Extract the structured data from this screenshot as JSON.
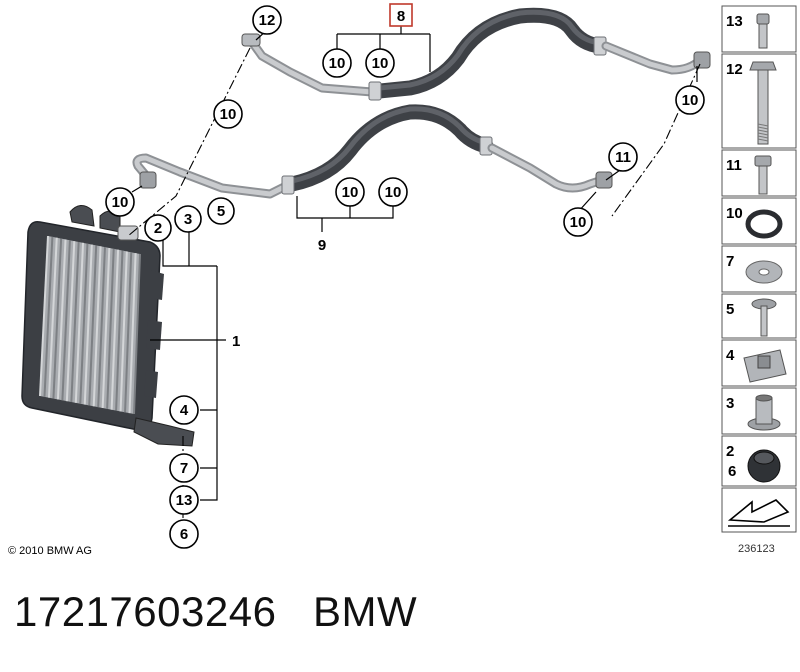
{
  "copyright": "© 2010 BMW AG",
  "diagram_number": "236123",
  "caption_part_number": "17217603246",
  "caption_brand": "BMW",
  "callouts": {
    "c12": "12",
    "c8": "8",
    "c10_a": "10",
    "c10_b": "10",
    "c10_c": "10",
    "c10_d": "10",
    "c10_e": "10",
    "c10_f": "10",
    "c10_g": "10",
    "c10_h": "10",
    "c11": "11",
    "c9": "9",
    "c2": "2",
    "c3": "3",
    "c5": "5",
    "c1": "1",
    "c4": "4",
    "c7": "7",
    "c13": "13",
    "c6": "6"
  },
  "parts_panel": [
    {
      "label": "13",
      "icon": "bolt-icon"
    },
    {
      "label": "12",
      "icon": "hollow-bolt-icon"
    },
    {
      "label": "11",
      "icon": "hex-bolt-icon"
    },
    {
      "label": "10",
      "icon": "o-ring-icon"
    },
    {
      "label": "7",
      "icon": "washer-icon"
    },
    {
      "label": "5",
      "icon": "screw-icon"
    },
    {
      "label": "4",
      "icon": "clip-nut-icon"
    },
    {
      "label": "3",
      "icon": "bushing-icon"
    },
    {
      "label": "2",
      "label2": "6",
      "icon": "grommet-icon"
    },
    {
      "label": "",
      "icon": "arrow-icon"
    }
  ],
  "colors": {
    "hose": "#4a4d52",
    "pipe": "#b4b7bb",
    "cooler_frame": "#3c3f44",
    "cooler_core": "#a9acb0",
    "highlight_box": "#c0392b"
  }
}
